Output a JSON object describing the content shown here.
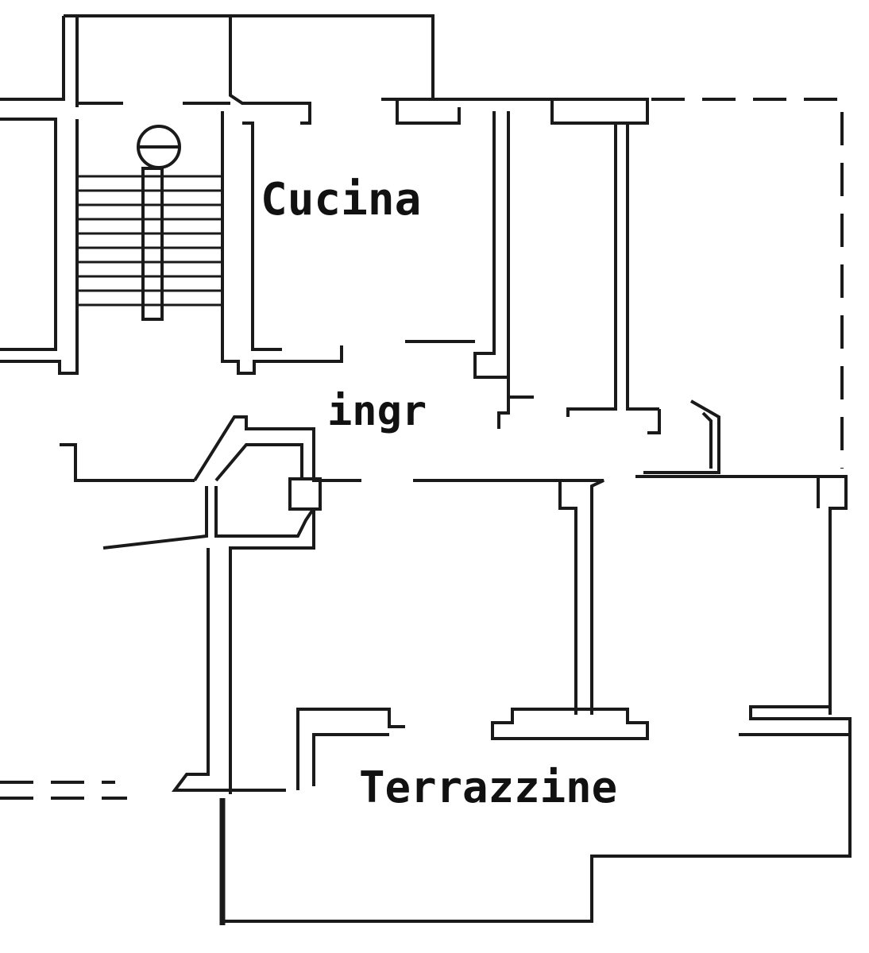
{
  "rooms": {
    "kitchen": "Cucina",
    "entrance": "ingr",
    "terrace": "Terrazzine"
  },
  "colors": {
    "ink": "#1a1a1a",
    "paper": "#ffffff"
  }
}
